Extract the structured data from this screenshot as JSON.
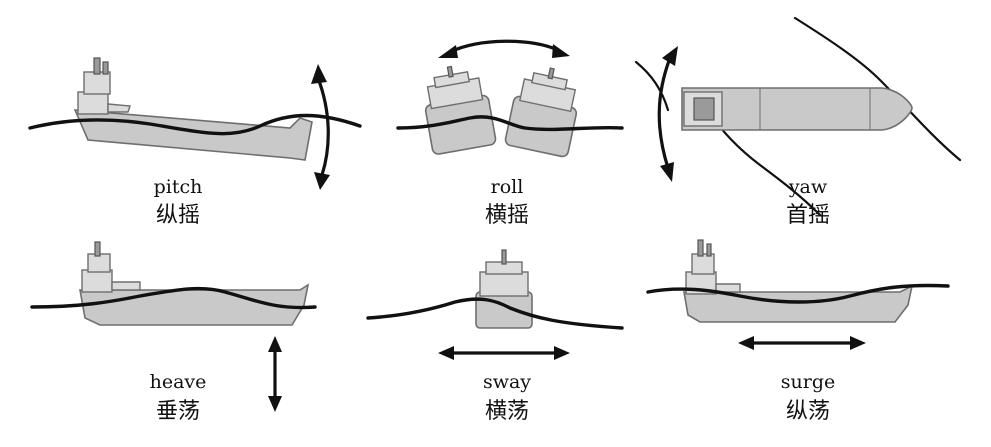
{
  "motions": [
    {
      "en": "pitch",
      "zh": "纵摇"
    },
    {
      "en": "roll",
      "zh": "横摇"
    },
    {
      "en": "yaw",
      "zh": "首摇"
    },
    {
      "en": "heave",
      "zh": "垂荡"
    },
    {
      "en": "sway",
      "zh": "横荡"
    },
    {
      "en": "surge",
      "zh": "纵荡"
    }
  ]
}
